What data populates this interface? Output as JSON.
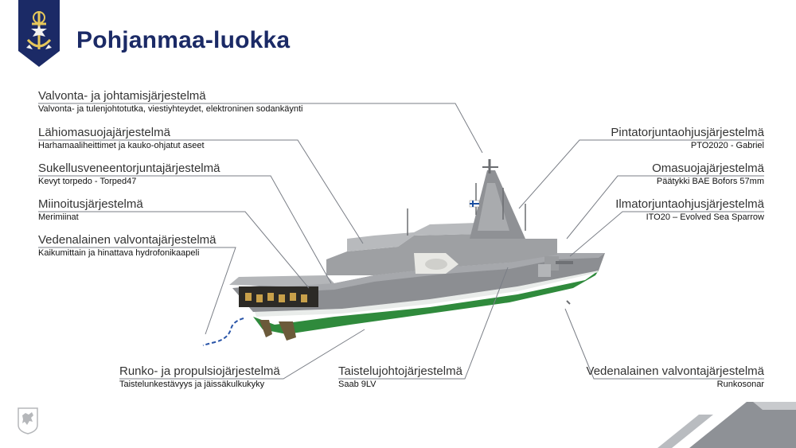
{
  "title": "Pohjanmaa-luokka",
  "colors": {
    "navy": "#1b2a66",
    "hull_green": "#2f8a3c",
    "ship_gray": "#9a9b9e",
    "line": "#7a7e86"
  },
  "icons": {
    "emblem": "navy-anchor-lion-emblem",
    "coat": "finnish-coat-of-arms-icon",
    "corner": "gray-corner-stripes"
  },
  "labels": [
    {
      "id": "valvonta",
      "heading": "Valvonta- ja johtamisjärjestelmä",
      "sub": "Valvonta- ja tulenjohtotutka, viestiyhteydet, elektroninen sodankäynti"
    },
    {
      "id": "lahiomasuoja",
      "heading": "Lähiomasuojajärjestelmä",
      "sub": "Harhamaaliheittimet ja kauko-ohjatut aseet"
    },
    {
      "id": "sukellusvene",
      "heading": "Sukellusveneentorjuntajärjestelmä",
      "sub": "Kevyt torpedo - Torped47"
    },
    {
      "id": "miinoitus",
      "heading": "Miinoitusjärjestelmä",
      "sub": "Merimiinat"
    },
    {
      "id": "vedenalainen_left",
      "heading": "Vedenalainen valvontajärjestelmä",
      "sub": "Kaikumittain ja hinattava hydrofonikaapeli"
    },
    {
      "id": "pintatorjunta",
      "heading": "Pintatorjuntaohjusjärjestelmä",
      "sub": "PTO2020 - Gabriel"
    },
    {
      "id": "omasuoja",
      "heading": "Omasuojajärjestelmä",
      "sub": "Päätykki BAE Bofors 57mm"
    },
    {
      "id": "ilmatorjunta",
      "heading": "Ilmatorjuntaohjusjärjestelmä",
      "sub": "ITO20 – Evolved Sea Sparrow"
    },
    {
      "id": "runko",
      "heading": "Runko- ja propulsiojärjestelmä",
      "sub": "Taistelunkestävyys ja jäissäkulkukyky"
    },
    {
      "id": "taistelujohto",
      "heading": "Taistelujohtojärjestelmä",
      "sub": "Saab 9LV"
    },
    {
      "id": "vedenalainen_right",
      "heading": "Vedenalainen valvontajärjestelmä",
      "sub": "Runkosonar"
    }
  ]
}
